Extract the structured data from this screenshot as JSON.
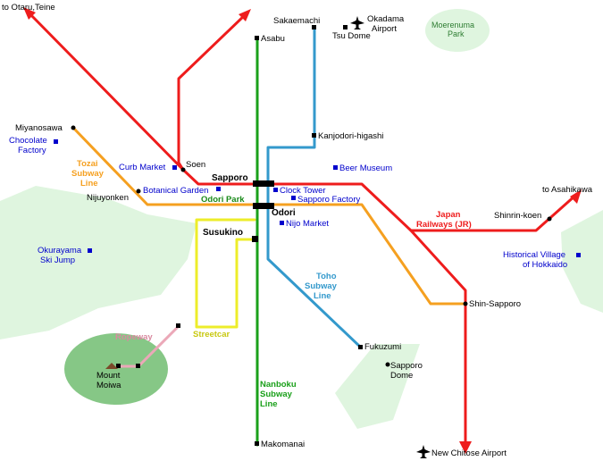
{
  "colors": {
    "jr": "#ee1c1c",
    "nanboku": "#1aa01a",
    "toho": "#3399cc",
    "tozai": "#f5a020",
    "streetcar": "#eded2a",
    "ropeway": "#eba8b8",
    "park": "#dff5df",
    "mountain": "#86c786",
    "poi": "#0000cc"
  },
  "stations": {
    "asabu": "Asabu",
    "sakaemachi": "Sakaemachi",
    "tsu_dome": "Tsu Dome",
    "kanjodori": "Kanjodori-higashi",
    "miyanosawa": "Miyanosawa",
    "nijuyonken": "Nijuyonken",
    "soen": "Soen",
    "sapporo": "Sapporo",
    "odori": "Odori",
    "susukino": "Susukino",
    "shin_sapporo": "Shin-Sapporo",
    "fukuzumi": "Fukuzumi",
    "shinrin_koen": "Shinrin-koen",
    "makomanai": "Makomanai"
  },
  "places": {
    "to_otaru": "to Otaru,Teine",
    "okadama_1": "Okadama",
    "okadama_2": "Airport",
    "moerenuma_1": "Moerenuma",
    "moerenuma_2": "Park",
    "chocolate_1": "Chocolate",
    "chocolate_2": "Factory",
    "curb_market": "Curb Market",
    "botanical": "Botanical Garden",
    "odori_park": "Odori Park",
    "clock_tower": "Clock Tower",
    "sapporo_factory": "Sapporo Factory",
    "nijo_market": "Nijo Market",
    "beer_museum": "Beer Museum",
    "to_asahikawa": "to Asahikawa",
    "okurayama_1": "Okurayama",
    "okurayama_2": "Ski Jump",
    "historical_1": "Historical Village",
    "historical_2": "of Hokkaido",
    "mount_moiwa_1": "Mount",
    "mount_moiwa_2": "Moiwa",
    "sapporo_dome_1": "Sapporo",
    "sapporo_dome_2": "Dome",
    "new_chitose": "New Chitose Airport"
  },
  "lines": {
    "tozai_1": "Tozai",
    "tozai_2": "Subway",
    "tozai_3": "Line",
    "jr_1": "Japan",
    "jr_2": "Railways (JR)",
    "toho_1": "Toho",
    "toho_2": "Subway",
    "toho_3": "Line",
    "nanboku_1": "Nanboku",
    "nanboku_2": "Subway",
    "nanboku_3": "Line",
    "ropeway": "Ropeway",
    "streetcar": "Streetcar"
  }
}
